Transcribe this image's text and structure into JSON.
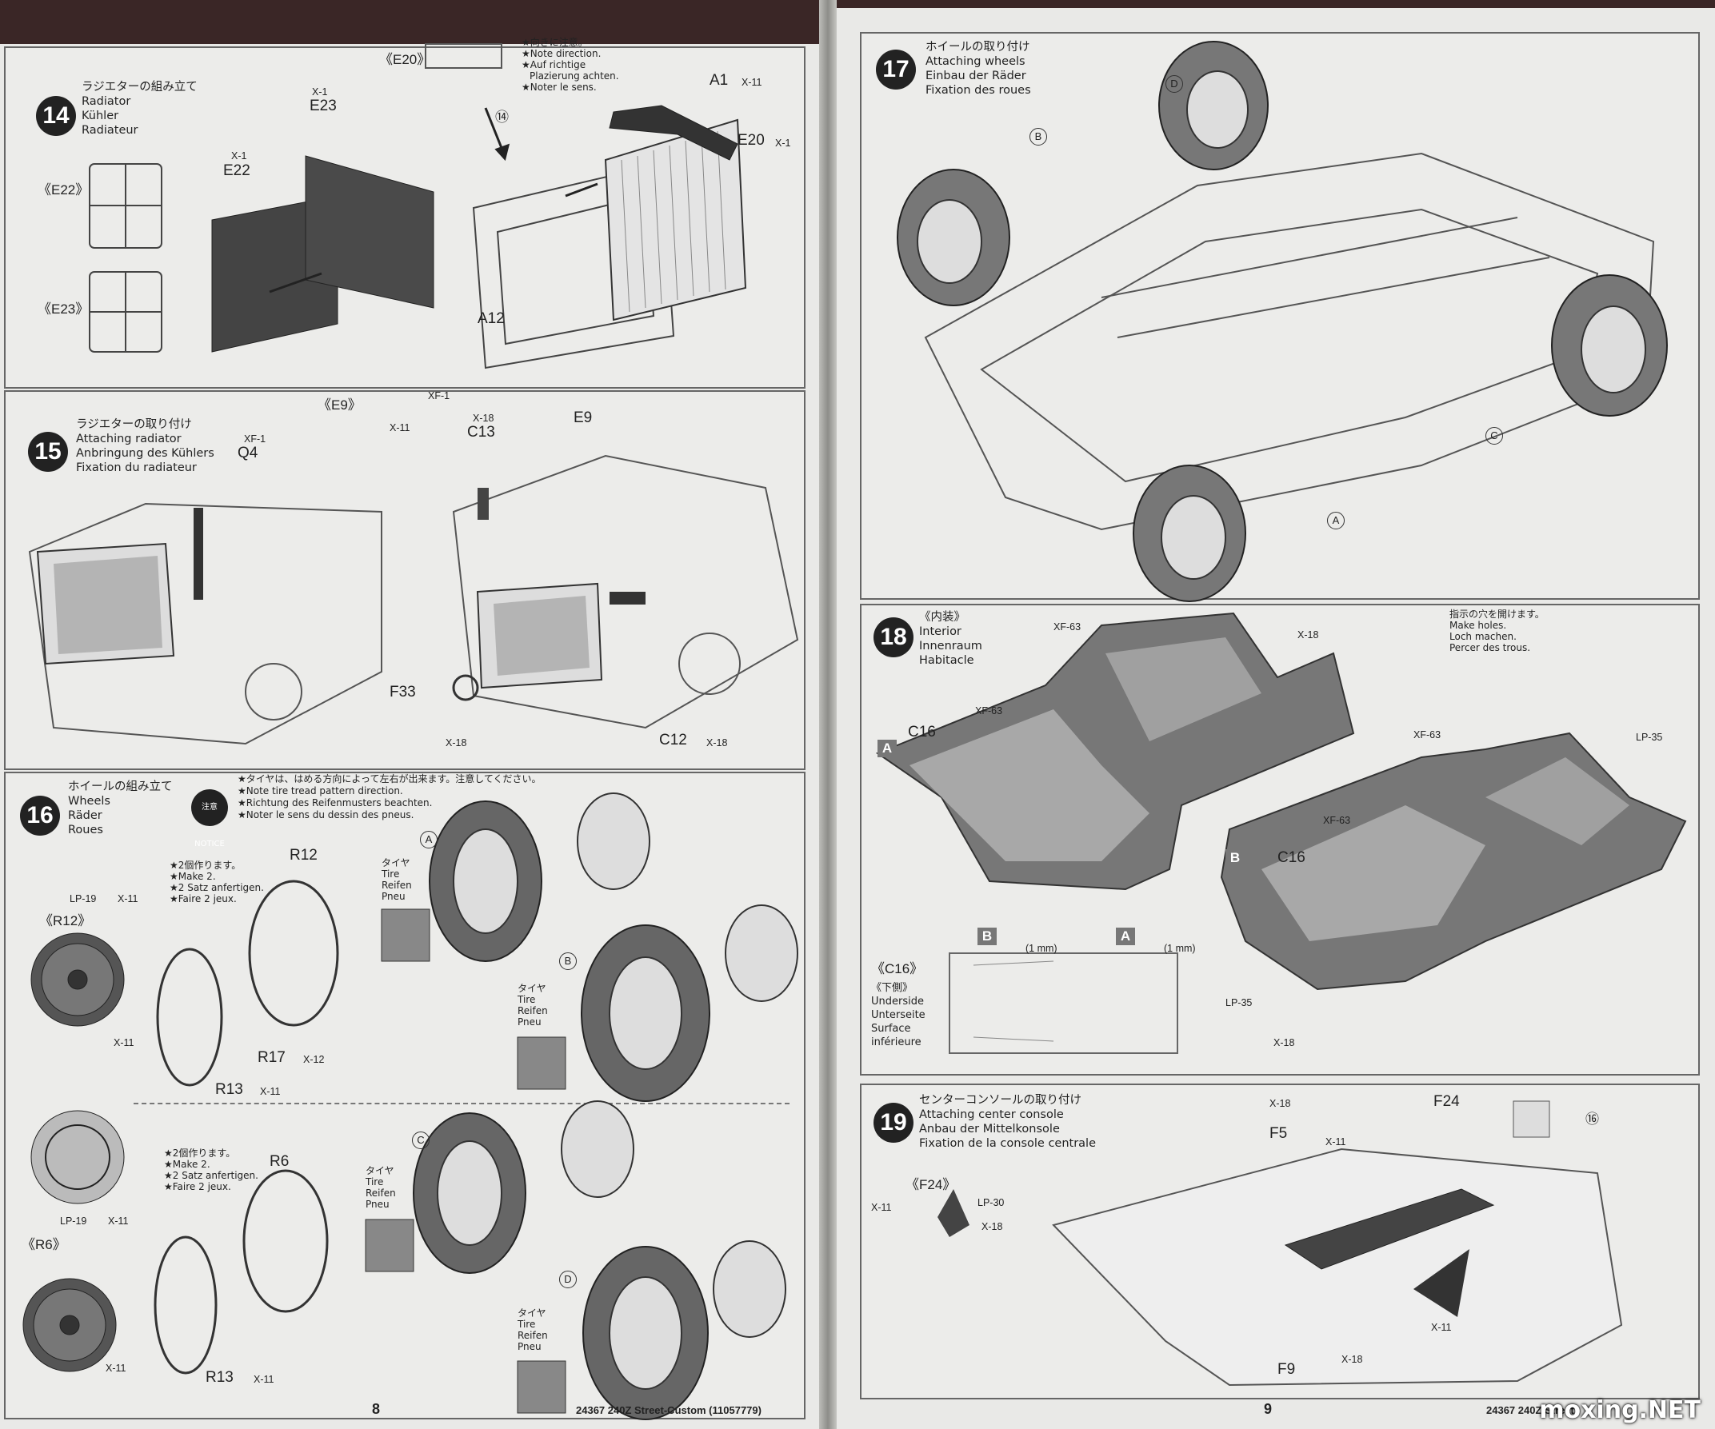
{
  "left_page": {
    "page_number": "8",
    "footer": "24367  240Z Street-Custom (11057779)",
    "step14": {
      "number": "14",
      "title_jp": "ラジエターの組み立て",
      "title_en": "Radiator",
      "title_de": "Kühler",
      "title_fr": "Radiateur",
      "note_jp": "★向きに注意。",
      "note_en": "★Note direction.",
      "note_de": "★Auf richtige",
      "note_de2": "Plazierung achten.",
      "note_fr": "★Noter le sens.",
      "labels": {
        "e20_ref": "《E20》",
        "e22_ref": "《E22》",
        "e23_ref": "《E23》",
        "e22": "E22",
        "e23": "E23",
        "x1a": "X-1",
        "x1b": "X-1",
        "a1": "A1",
        "a1_paint": "X-11",
        "e20": "E20",
        "e20_paint": "X-1",
        "a12": "A12",
        "step_ref": "⑭"
      }
    },
    "step15": {
      "number": "15",
      "title_jp": "ラジエターの取り付け",
      "title_en": "Attaching radiator",
      "title_de": "Anbringung des Kühlers",
      "title_fr": "Fixation du radiateur",
      "labels": {
        "e9_ref": "《E9》",
        "xf1a": "XF-1",
        "x11": "X-11",
        "xf1b": "XF-1",
        "q4": "Q4",
        "x18a": "X-18",
        "c13": "C13",
        "e9": "E9",
        "f33": "F33",
        "x18b": "X-18",
        "c12": "C12",
        "c12_paint": "X-18"
      }
    },
    "step16": {
      "number": "16",
      "title_jp": "ホイールの組み立て",
      "title_en": "Wheels",
      "title_de": "Räder",
      "title_fr": "Roues",
      "notice_badge": "注意 NOTICE",
      "notice_jp": "★タイヤは、はめる方向によって左右が出来ます。注意してください。",
      "notice_en": "★Note tire tread pattern direction.",
      "notice_de": "★Richtung des Reifenmusters beachten.",
      "notice_fr": "★Noter le sens du dessin des pneus.",
      "make2_jp": "★2個作ります。",
      "make2_en": "★Make 2.",
      "make2_de": "★2 Satz anfertigen.",
      "make2_fr": "★Faire 2 jeux.",
      "tire_jp": "タイヤ",
      "tire_en": "Tire",
      "tire_de": "Reifen",
      "tire_fr": "Pneu",
      "labels": {
        "r12_ref": "《R12》",
        "lp19a": "LP-19",
        "x11a": "X-11",
        "x11b": "X-11",
        "r12": "R12",
        "r17": "R17",
        "r17_paint": "X-12",
        "r13a": "R13",
        "r13a_paint": "X-11",
        "r6_ref": "《R6》",
        "lp19b": "LP-19",
        "x11c": "X-11",
        "x11d": "X-11",
        "r6": "R6",
        "r13b": "R13",
        "r13b_paint": "X-11",
        "a": "A",
        "b": "B",
        "c": "C",
        "d": "D"
      }
    }
  },
  "right_page": {
    "page_number": "9",
    "footer": "24367  240Z Street",
    "step17": {
      "number": "17",
      "title_jp": "ホイールの取り付け",
      "title_en": "Attaching wheels",
      "title_de": "Einbau der Räder",
      "title_fr": "Fixation des roues",
      "labels": {
        "a": "A",
        "b": "B",
        "c": "C",
        "d": "D"
      }
    },
    "step18": {
      "number": "18",
      "title_jp": "《内装》",
      "title_en": "Interior",
      "title_de": "Innenraum",
      "title_fr": "Habitacle",
      "holes_jp": "指示の穴を開けます。",
      "holes_en": "Make holes.",
      "holes_de": "Loch machen.",
      "holes_fr": "Percer des trous.",
      "underside_ref": "《C16》",
      "underside_jp": "《下側》",
      "underside_en": "Underside",
      "underside_de": "Unterseite",
      "underside_fr1": "Surface",
      "underside_fr2": "inférieure",
      "drill": "(1 mm)",
      "labels": {
        "a": "A",
        "b": "B",
        "c16a": "C16",
        "c16b": "C16",
        "xf63a": "XF-63",
        "xf63b": "XF-63",
        "xf63c": "XF-63",
        "xf63d": "XF-63",
        "x18a": "X-18",
        "x18b": "X-18",
        "lp35a": "LP-35",
        "lp35b": "LP-35"
      }
    },
    "step19": {
      "number": "19",
      "title_jp": "センターコンソールの取り付け",
      "title_en": "Attaching center console",
      "title_de": "Anbau der Mittelkonsole",
      "title_fr": "Fixation de la console centrale",
      "labels": {
        "f24_ref": "《F24》",
        "x11a": "X-11",
        "lp30": "LP-30",
        "x18a": "X-18",
        "x18b": "X-18",
        "f5": "F5",
        "x11b": "X-11",
        "f24": "F24",
        "step_ref": "⑯",
        "x11c": "X-11",
        "x18c": "X-18",
        "f9": "F9"
      }
    }
  },
  "watermark": "moxing.NET"
}
